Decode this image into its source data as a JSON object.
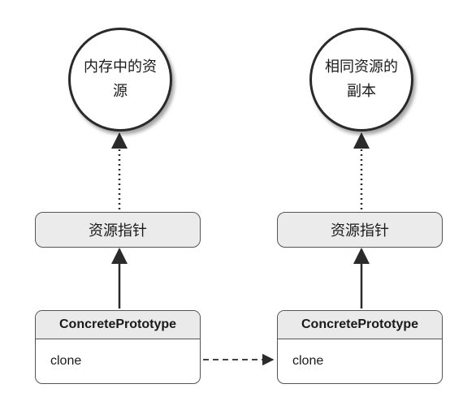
{
  "left": {
    "resource": "内存中的资源",
    "pointer": "资源指针",
    "class_name": "ConcretePrototype",
    "method": "clone"
  },
  "right": {
    "resource": "相同资源的副本",
    "pointer": "资源指针",
    "class_name": "ConcretePrototype",
    "method": "clone"
  },
  "colors": {
    "stroke": "#2a2a2a",
    "pointer_fill": "#ebebeb",
    "header_fill": "#eaeaea"
  }
}
